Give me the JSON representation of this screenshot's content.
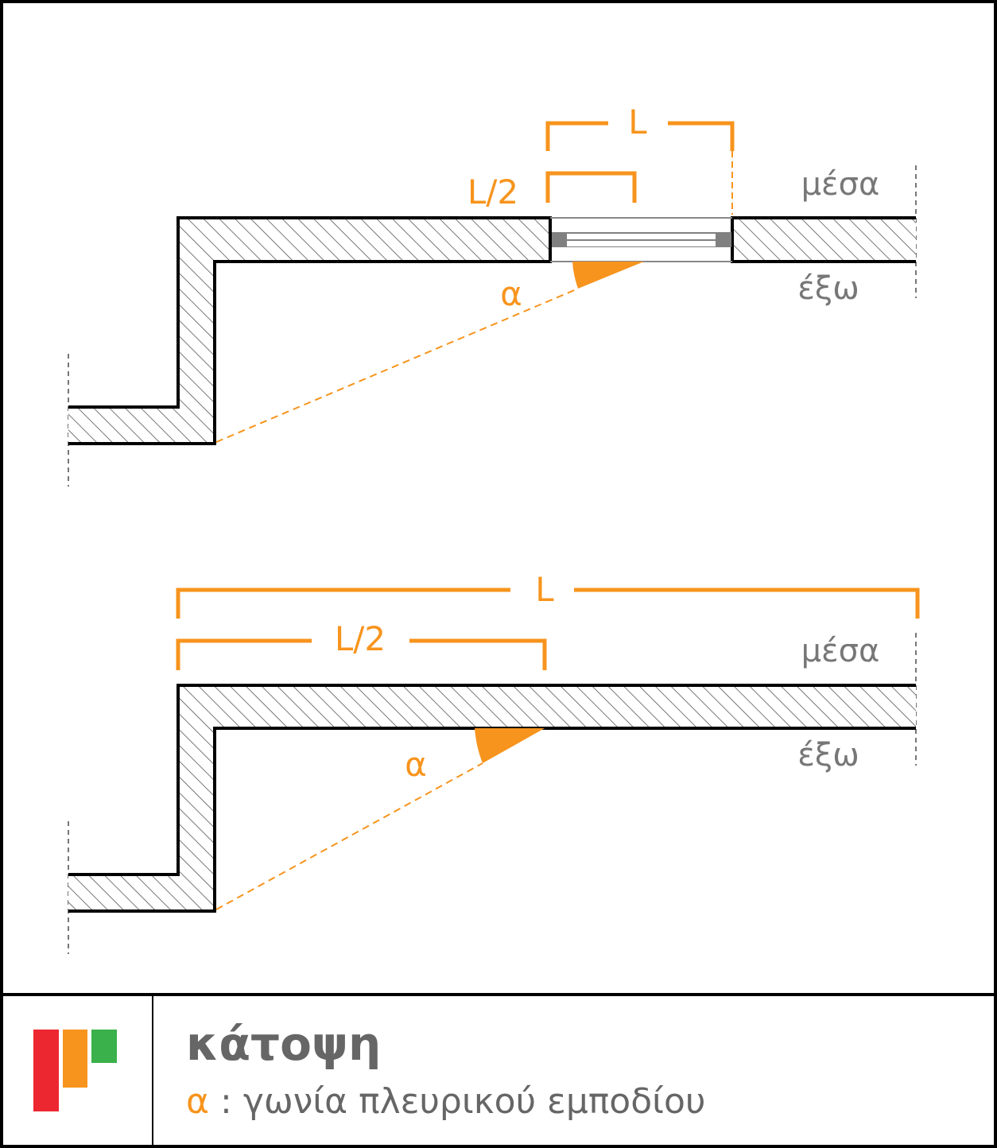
{
  "colors": {
    "accent": "#F7941D",
    "text": "#666666",
    "wall": "#000000",
    "logo_red": "#ED2730",
    "logo_orange": "#F7941D",
    "logo_green": "#3AB14B"
  },
  "top_diagram": {
    "dim_full": "L",
    "dim_half": "L/2",
    "inside": "μέσα",
    "outside": "έξω",
    "angle": "α"
  },
  "bottom_diagram": {
    "dim_full": "L",
    "dim_half": "L/2",
    "inside": "μέσα",
    "outside": "έξω",
    "angle": "α"
  },
  "footer": {
    "title": "κάτοψη",
    "legend_symbol": "α",
    "legend_text": " : γωνία πλευρικού εμποδίου"
  }
}
